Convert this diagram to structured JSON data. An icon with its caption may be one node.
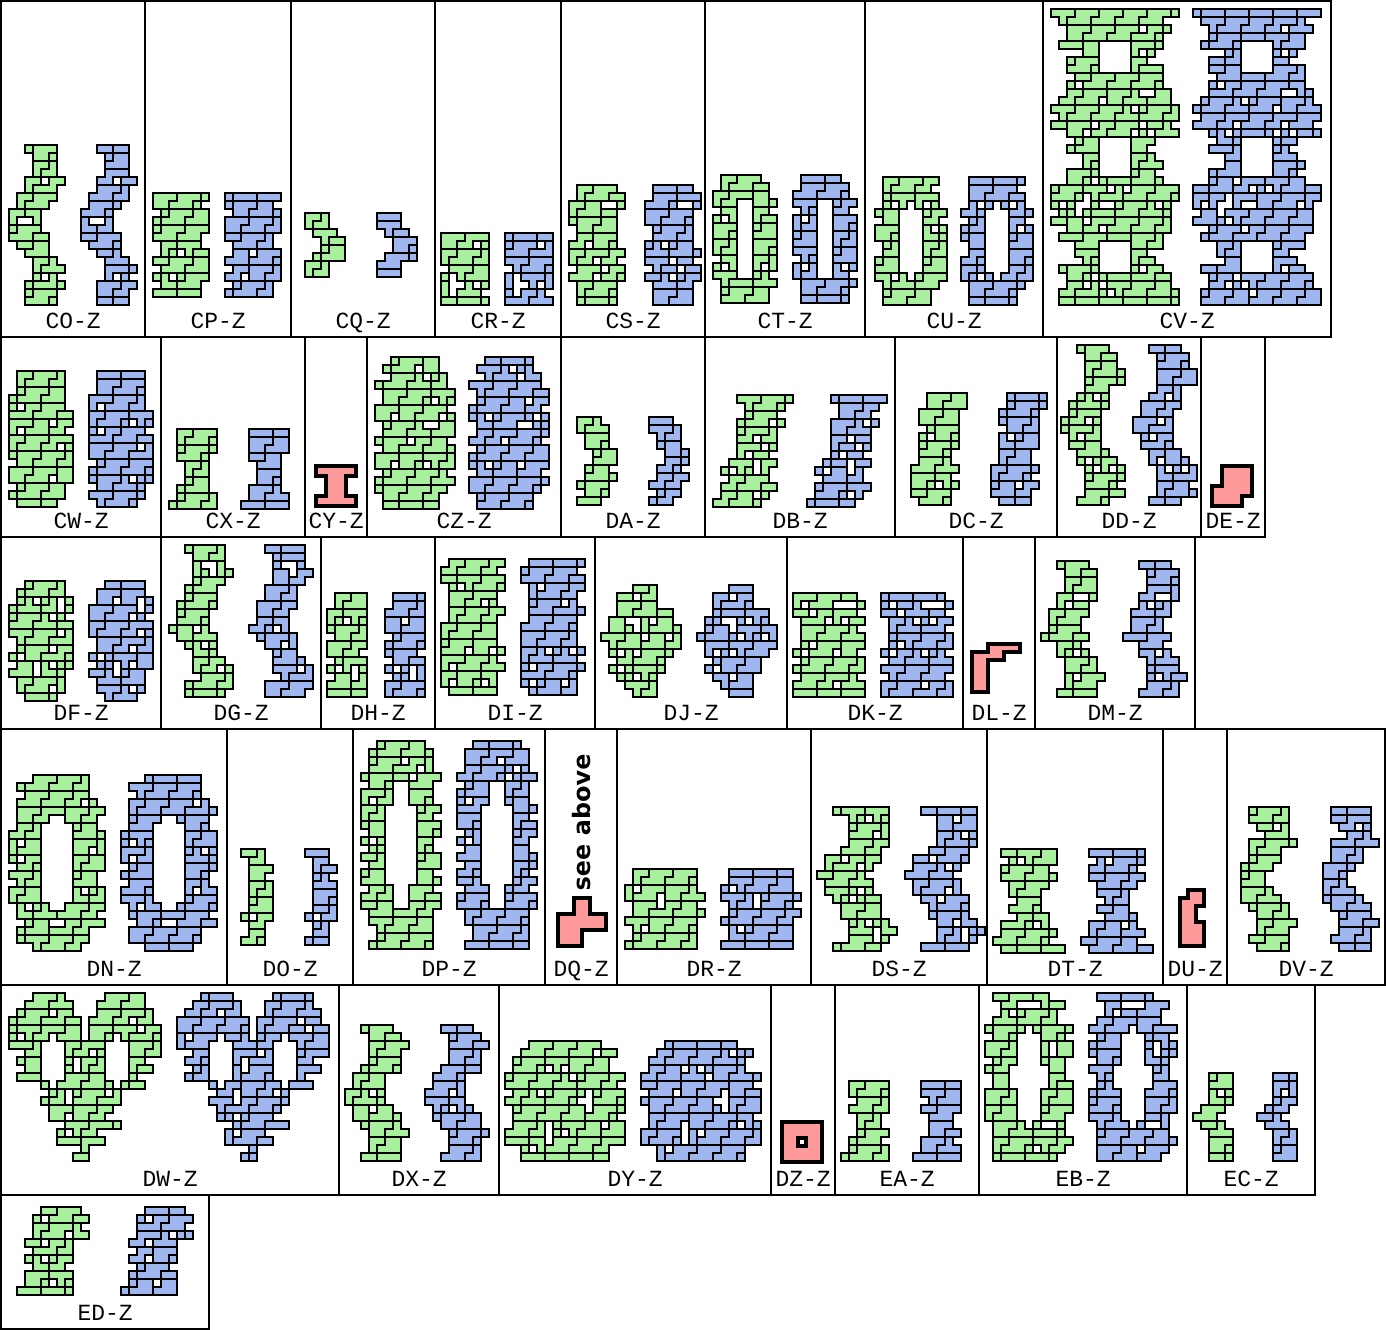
{
  "diagram": {
    "nodes": [
      {
        "text": [
          "CO-Z"
        ]
      },
      {
        "text": [
          "CP-Z"
        ]
      },
      {
        "text": [
          "CQ-Z"
        ]
      },
      {
        "text": [
          "CR-Z"
        ]
      },
      {
        "text": [
          "CS-Z"
        ]
      },
      {
        "text": [
          "CT-Z"
        ]
      },
      {
        "text": [
          "CU-Z"
        ]
      },
      {
        "text": [
          "CV-Z"
        ]
      },
      {
        "text": [
          "CW-Z"
        ]
      },
      {
        "text": [
          "CX-Z"
        ]
      },
      {
        "text": [
          "CY-Z"
        ]
      },
      {
        "text": [
          "CZ-Z"
        ]
      },
      {
        "text": [
          "DA-Z"
        ]
      },
      {
        "text": [
          "DB-Z"
        ]
      },
      {
        "text": [
          "DC-Z"
        ]
      },
      {
        "text": [
          "DD-Z"
        ]
      },
      {
        "text": [
          "DE-Z"
        ]
      },
      {
        "text": [
          "DF-Z"
        ]
      },
      {
        "text": [
          "DG-Z"
        ]
      },
      {
        "text": [
          "DH-Z"
        ]
      },
      {
        "text": [
          "DI-Z"
        ]
      },
      {
        "text": [
          "DJ-Z"
        ]
      },
      {
        "text": [
          "DK-Z"
        ]
      },
      {
        "text": [
          "DL-Z"
        ]
      },
      {
        "text": [
          "DM-Z"
        ]
      },
      {
        "text": [
          "DN-Z"
        ]
      },
      {
        "text": [
          "DO-Z"
        ]
      },
      {
        "text": [
          "DP-Z"
        ]
      },
      {
        "text": [
          "see above",
          "DQ-Z"
        ]
      },
      {
        "text": [
          "DR-Z"
        ]
      },
      {
        "text": [
          "DS-Z"
        ]
      },
      {
        "text": [
          "DT-Z"
        ]
      },
      {
        "text": [
          "DU-Z"
        ]
      },
      {
        "text": [
          "DV-Z"
        ]
      },
      {
        "text": [
          "DW-Z"
        ]
      },
      {
        "text": [
          "DX-Z"
        ]
      },
      {
        "text": [
          "DY-Z"
        ]
      },
      {
        "text": [
          "DZ-Z"
        ]
      },
      {
        "text": [
          "EA-Z"
        ]
      },
      {
        "text": [
          "EB-Z"
        ]
      },
      {
        "text": [
          "EC-Z"
        ]
      },
      {
        "text": [
          "ED-Z"
        ]
      }
    ]
  }
}
